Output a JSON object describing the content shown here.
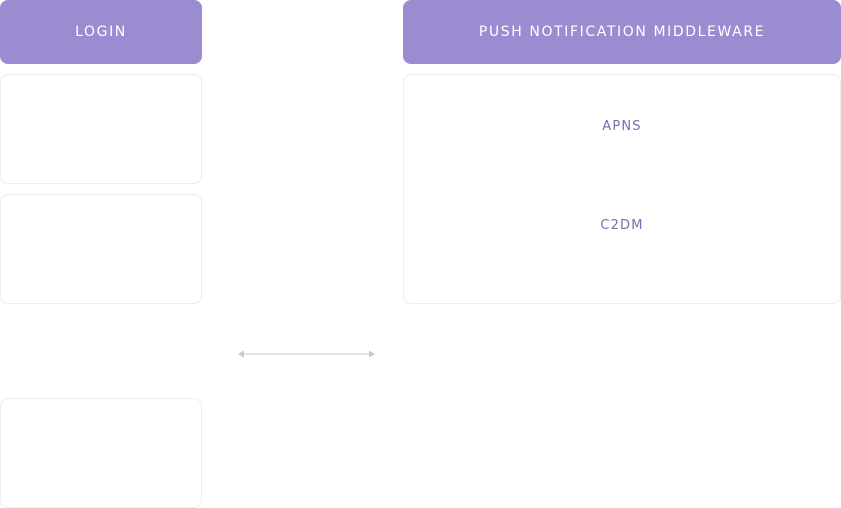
{
  "colors": {
    "accent": "#9b8bd0",
    "label": "#7a6cb0",
    "connector": "#c8c8cc"
  },
  "left_column": {
    "header": "LOGIN"
  },
  "right_column": {
    "header": "PUSH NOTIFICATION MIDDLEWARE",
    "services": [
      "APNS",
      "C2DM"
    ]
  }
}
